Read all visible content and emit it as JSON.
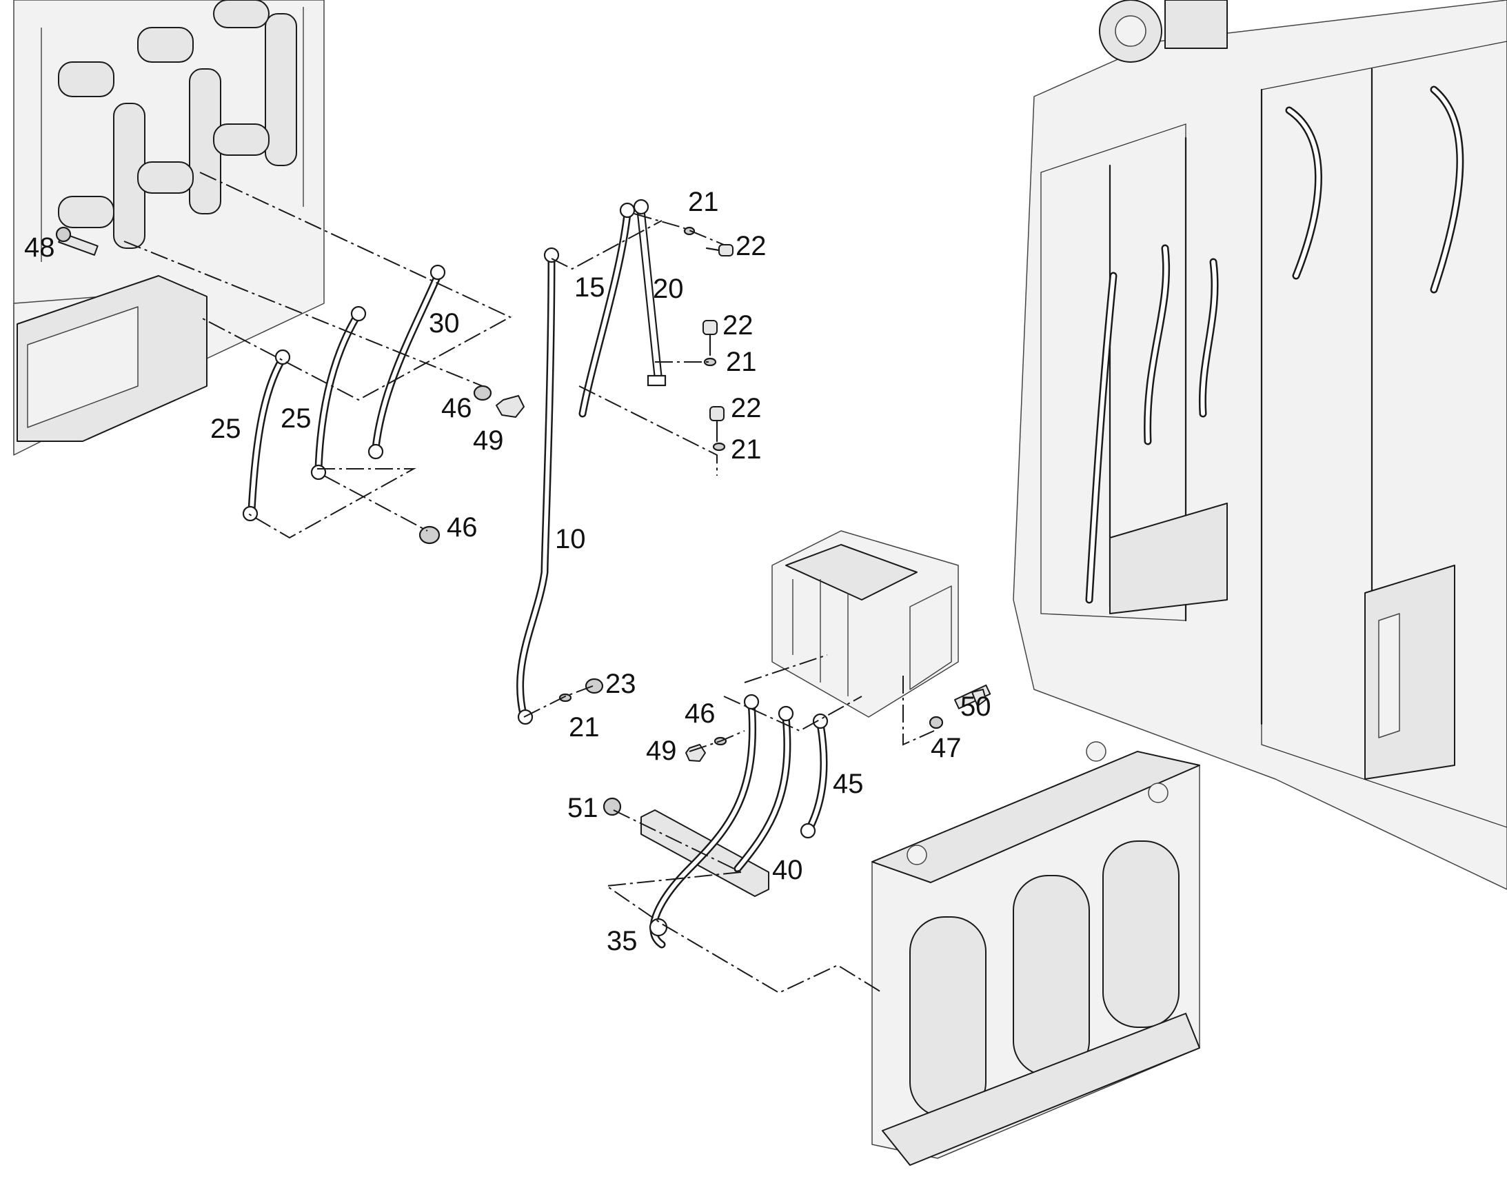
{
  "figure": {
    "callouts": [
      {
        "id": "c48",
        "text": "48"
      },
      {
        "id": "c30",
        "text": "30"
      },
      {
        "id": "c25a",
        "text": "25"
      },
      {
        "id": "c25b",
        "text": "25"
      },
      {
        "id": "c46a",
        "text": "46"
      },
      {
        "id": "c49a",
        "text": "49"
      },
      {
        "id": "c46b",
        "text": "46"
      },
      {
        "id": "c10",
        "text": "10"
      },
      {
        "id": "c15",
        "text": "15"
      },
      {
        "id": "c20",
        "text": "20"
      },
      {
        "id": "c21a",
        "text": "21"
      },
      {
        "id": "c22a",
        "text": "22"
      },
      {
        "id": "c22b",
        "text": "22"
      },
      {
        "id": "c21b",
        "text": "21"
      },
      {
        "id": "c22c",
        "text": "22"
      },
      {
        "id": "c21c",
        "text": "21"
      },
      {
        "id": "c23",
        "text": "23"
      },
      {
        "id": "c21d",
        "text": "21"
      },
      {
        "id": "c46c",
        "text": "46"
      },
      {
        "id": "c49b",
        "text": "49"
      },
      {
        "id": "c50",
        "text": "50"
      },
      {
        "id": "c47",
        "text": "47"
      },
      {
        "id": "c45",
        "text": "45"
      },
      {
        "id": "c51",
        "text": "51"
      },
      {
        "id": "c40",
        "text": "40"
      },
      {
        "id": "c35",
        "text": "35"
      }
    ]
  }
}
